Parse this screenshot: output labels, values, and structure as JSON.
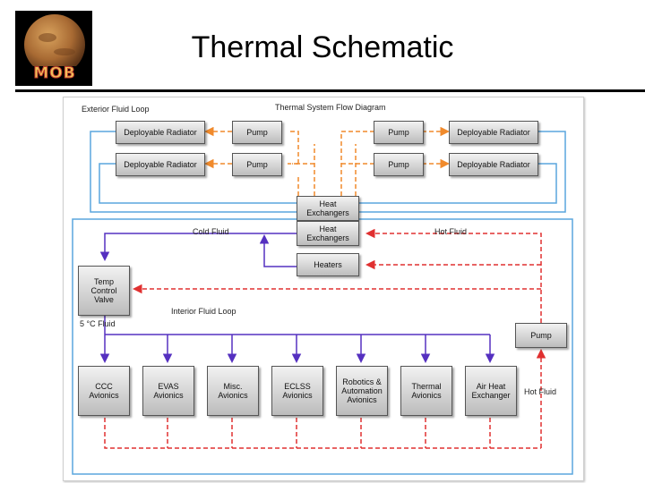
{
  "slide": {
    "title": "Thermal Schematic",
    "logo_text": "MOB"
  },
  "diagram": {
    "heading": "Thermal System Flow Diagram",
    "labels": {
      "exterior": "Exterior Fluid Loop",
      "cold": "Cold Fluid",
      "hot_top": "Hot Fluid",
      "interior": "Interior Fluid Loop",
      "fluid5": "5 °C Fluid",
      "hot_side": "Hot Fluid"
    },
    "boxes": {
      "rad_tl": "Deployable Radiator",
      "rad_bl": "Deployable Radiator",
      "rad_tr": "Deployable Radiator",
      "rad_br": "Deployable Radiator",
      "pump_tl": "Pump",
      "pump_bl": "Pump",
      "pump_tr": "Pump",
      "pump_br": "Pump",
      "hx_top": "Heat\nExchangers",
      "hx_bot": "Heat\nExchangers",
      "heaters": "Heaters",
      "temp_valve": "Temp\nControl\nValve",
      "pump_int": "Pump",
      "ccc": "CCC\nAvionics",
      "evas": "EVAS\nAvionics",
      "misc": "Misc.\nAvionics",
      "eclss": "ECLSS\nAvionics",
      "robotics": "Robotics &\nAutomation\nAvionics",
      "thermal": "Thermal\nAvionics",
      "airhx": "Air Heat\nExchanger"
    },
    "colors": {
      "exterior": "#5aa6de",
      "orange": "#f08a2c",
      "cold": "#5530c0",
      "hot": "#e03030"
    }
  }
}
